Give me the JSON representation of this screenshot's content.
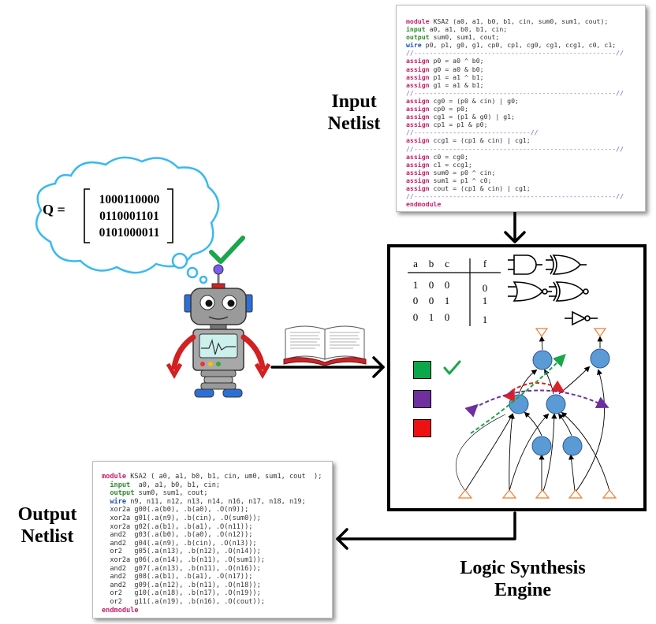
{
  "input_code": [
    [
      [
        "kw-red",
        "module"
      ],
      [
        "plain",
        " KSA2 (a0, a1, b0, b1, cin, sum0, sum1, cout);"
      ]
    ],
    [
      [
        "kw-green",
        "input"
      ],
      [
        "plain",
        " a0, a1, b0, b1, cin;"
      ]
    ],
    [
      [
        "kw-green",
        "output"
      ],
      [
        "plain",
        " sum0, sum1, cout;"
      ]
    ],
    [
      [
        "kw-blue",
        "wire"
      ],
      [
        "plain",
        " p0, p1, g0, g1, cp0, cp1, cg0, cg1, ccg1, c0, c1;"
      ]
    ],
    [
      [
        "cmt",
        "//----------------------------------------------------//"
      ]
    ],
    [
      [
        "kw-red",
        "assign"
      ],
      [
        "plain",
        " p0 = a0 ^ b0;"
      ]
    ],
    [
      [
        "kw-red",
        "assign"
      ],
      [
        "plain",
        " g0 = a0 & b0;"
      ]
    ],
    [
      [
        "kw-red",
        "assign"
      ],
      [
        "plain",
        " p1 = a1 ^ b1;"
      ]
    ],
    [
      [
        "kw-red",
        "assign"
      ],
      [
        "plain",
        " g1 = a1 & b1;"
      ]
    ],
    [
      [
        "cmt",
        "//----------------------------------------------------//"
      ]
    ],
    [
      [
        "kw-red",
        "assign"
      ],
      [
        "plain",
        " cg0 = (p0 & cin) | g0;"
      ]
    ],
    [
      [
        "kw-red",
        "assign"
      ],
      [
        "plain",
        " cp0 = p0;"
      ]
    ],
    [
      [
        "kw-red",
        "assign"
      ],
      [
        "plain",
        " cg1 = (p1 & g0) | g1;"
      ]
    ],
    [
      [
        "kw-red",
        "assign"
      ],
      [
        "plain",
        " cp1 = p1 & p0;"
      ]
    ],
    [
      [
        "cmt",
        "//------------------------------//"
      ]
    ],
    [
      [
        "kw-red",
        "assign"
      ],
      [
        "plain",
        " ccg1 = (cp1 & cin) | cg1;"
      ]
    ],
    [
      [
        "cmt",
        "//----------------------------------------------------//"
      ]
    ],
    [
      [
        "kw-red",
        "assign"
      ],
      [
        "plain",
        " c0 = cg0;"
      ]
    ],
    [
      [
        "kw-red",
        "assign"
      ],
      [
        "plain",
        " c1 = ccg1;"
      ]
    ],
    [
      [
        "kw-red",
        "assign"
      ],
      [
        "plain",
        " sum0 = p0 ^ cin;"
      ]
    ],
    [
      [
        "kw-red",
        "assign"
      ],
      [
        "plain",
        " sum1 = p1 ^ c0;"
      ]
    ],
    [
      [
        "kw-red",
        "assign"
      ],
      [
        "plain",
        " cout = (cp1 & cin) | cg1;"
      ]
    ],
    [
      [
        "cmt",
        "//----------------------------------------------------//"
      ]
    ],
    [
      [
        "kw-red",
        "endmodule"
      ]
    ]
  ],
  "output_code": [
    [
      [
        "kw-red",
        "module"
      ],
      [
        "plain",
        " KSA2 ( a0, a1, b0, b1, cin, um0, sum1, cout  );"
      ]
    ],
    [
      [
        "kw-green",
        "  input"
      ],
      [
        "plain",
        "  a0, a1, b0, b1, cin;"
      ]
    ],
    [
      [
        "kw-green",
        "  output"
      ],
      [
        "plain",
        " sum0, sum1, cout;"
      ]
    ],
    [
      [
        "kw-blue",
        "  wire"
      ],
      [
        "plain",
        " n9, n11, n12, n13, n14, n16, n17, n18, n19;"
      ]
    ],
    [
      [
        "plain",
        "  xor2a g00(.a(b0), .b(a0), .O(n9));"
      ]
    ],
    [
      [
        "plain",
        "  xor2a g01(.a(n9), .b(cin), .O(sum0));"
      ]
    ],
    [
      [
        "plain",
        "  xor2a g02(.a(b1), .b(a1), .O(n11));"
      ]
    ],
    [
      [
        "plain",
        "  and2  g03(.a(b0), .b(a0), .O(n12));"
      ]
    ],
    [
      [
        "plain",
        "  and2  g04(.a(n9), .b(cin), .O(n13));"
      ]
    ],
    [
      [
        "plain",
        "  or2   g05(.a(n13), .b(n12), .O(n14));"
      ]
    ],
    [
      [
        "plain",
        "  xor2a g06(.a(n14), .b(n11), .O(sum1));"
      ]
    ],
    [
      [
        "plain",
        "  and2  g07(.a(n13), .b(n11), .O(n16));"
      ]
    ],
    [
      [
        "plain",
        "  and2  g08(.a(b1), .b(a1), .O(n17));"
      ]
    ],
    [
      [
        "plain",
        "  and2  g09(.a(n12), .b(n11), .O(n18));"
      ]
    ],
    [
      [
        "plain",
        "  or2   g10(.a(n18), .b(n17), .O(n19));"
      ]
    ],
    [
      [
        "plain",
        "  or2   g11(.a(n19), .b(n16), .O(cout));"
      ]
    ],
    [
      [
        "kw-red",
        "endmodule"
      ]
    ]
  ],
  "labels": {
    "input_line1": "Input",
    "input_line2": "Netlist",
    "output_line1": "Output",
    "output_line2": "Netlist",
    "engine_line1": "Logic Synthesis",
    "engine_line2": "Engine"
  },
  "matrix": {
    "label": "Q =",
    "rows": [
      "1000110000",
      "0110001101",
      "0101000011"
    ]
  },
  "truth_table": {
    "headers": [
      "a",
      "b",
      "c",
      "f"
    ],
    "rows": [
      [
        "1",
        "0",
        "0",
        "0"
      ],
      [
        "0",
        "0",
        "1",
        "1"
      ],
      [
        "0",
        "1",
        "0",
        "1"
      ]
    ]
  },
  "selection_colors": [
    "#0aa84a",
    "#6f2f9e",
    "#ee1111"
  ],
  "icons": [
    "check-icon",
    "robot-icon",
    "book-icon",
    "thought-cloud-icon",
    "and-gate-icon",
    "xor-gate-icon",
    "nor-gate-icon",
    "xnor-gate-icon",
    "inverter-icon"
  ]
}
